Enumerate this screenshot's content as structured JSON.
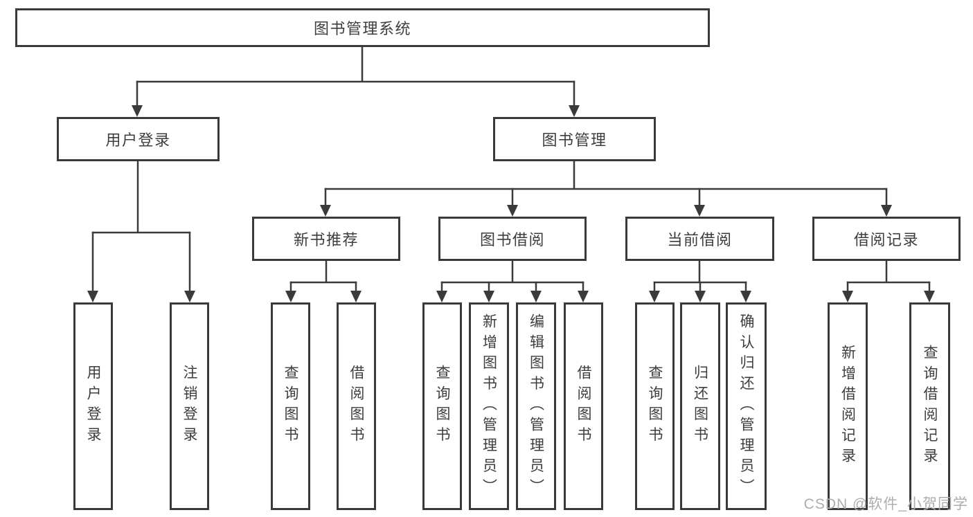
{
  "diagram_type": "functional-structure-tree",
  "root": {
    "label": "图书管理系统"
  },
  "level2": {
    "user_login": {
      "label": "用户登录"
    },
    "book_management": {
      "label": "图书管理"
    }
  },
  "level3": {
    "new_book_rec": {
      "label": "新书推荐"
    },
    "book_borrowing": {
      "label": "图书借阅"
    },
    "current_borrowing": {
      "label": "当前借阅"
    },
    "borrowing_records": {
      "label": "借阅记录"
    }
  },
  "leaves": {
    "login": "用户登录",
    "logout": "注销登录",
    "rec_query_books": "查询图书",
    "rec_borrow_books": "借阅图书",
    "bb_query_books": "查询图书",
    "bb_add_books": "新增图书（管理员）",
    "bb_edit_books": "编辑图书（管理员）",
    "bb_borrow_books": "借阅图书",
    "cb_query_books": "查询图书",
    "cb_return_books": "归还图书",
    "cb_confirm_return": "确认归还（管理员）",
    "br_add_record": "新增借阅记录",
    "br_query_record": "查询借阅记录"
  },
  "watermark": "CSDN @软件_小贺同学",
  "colors": {
    "line": "#3a3a3a",
    "box_border": "#3a3a3a",
    "text": "#3d3d3d",
    "watermark": "#adadad",
    "background": "#ffffff"
  }
}
